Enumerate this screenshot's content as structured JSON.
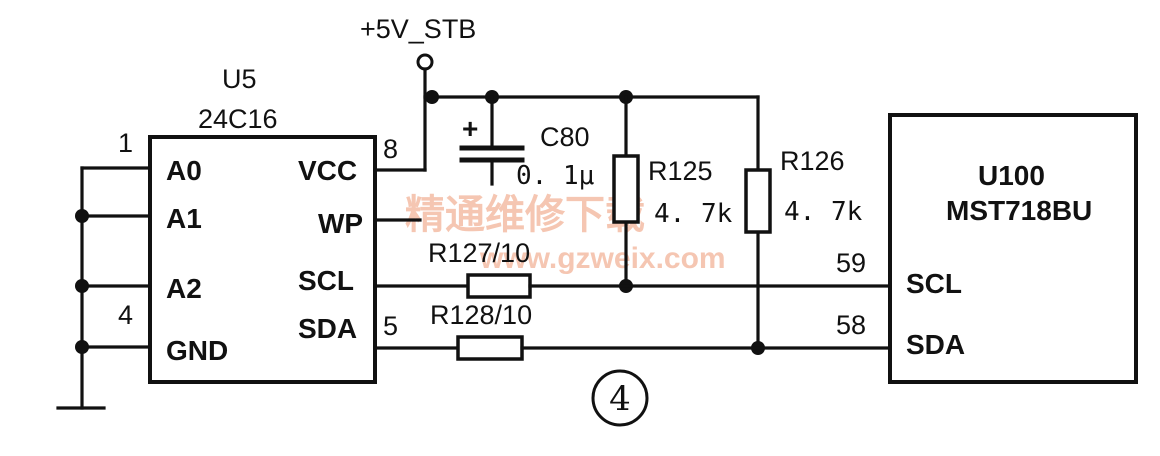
{
  "power": {
    "label": "+5V_STB"
  },
  "u5": {
    "ref": "U5",
    "part": "24C16",
    "pins": {
      "a0": "A0",
      "a1": "A1",
      "a2": "A2",
      "gnd": "GND",
      "vcc": "VCC",
      "wp": "WP",
      "scl": "SCL",
      "sda": "SDA"
    },
    "pin_numbers": {
      "a0": "1",
      "gnd": "4",
      "vcc": "8",
      "sda": "5"
    }
  },
  "c80": {
    "ref": "C80",
    "value": "0. 1μ",
    "polarity": "+"
  },
  "r125": {
    "ref": "R125",
    "value": "4. 7k"
  },
  "r126": {
    "ref": "R126",
    "value": "4. 7k"
  },
  "r127": {
    "label": "R127/10"
  },
  "r128": {
    "label": "R128/10"
  },
  "u100": {
    "ref": "U100",
    "part": "MST718BU",
    "pins": {
      "scl": "SCL",
      "sda": "SDA"
    },
    "pin_numbers": {
      "scl": "59",
      "sda": "58"
    }
  },
  "figure_number": "④",
  "watermark": {
    "text": "精通维修下载",
    "url": "www.gzweix.com"
  }
}
